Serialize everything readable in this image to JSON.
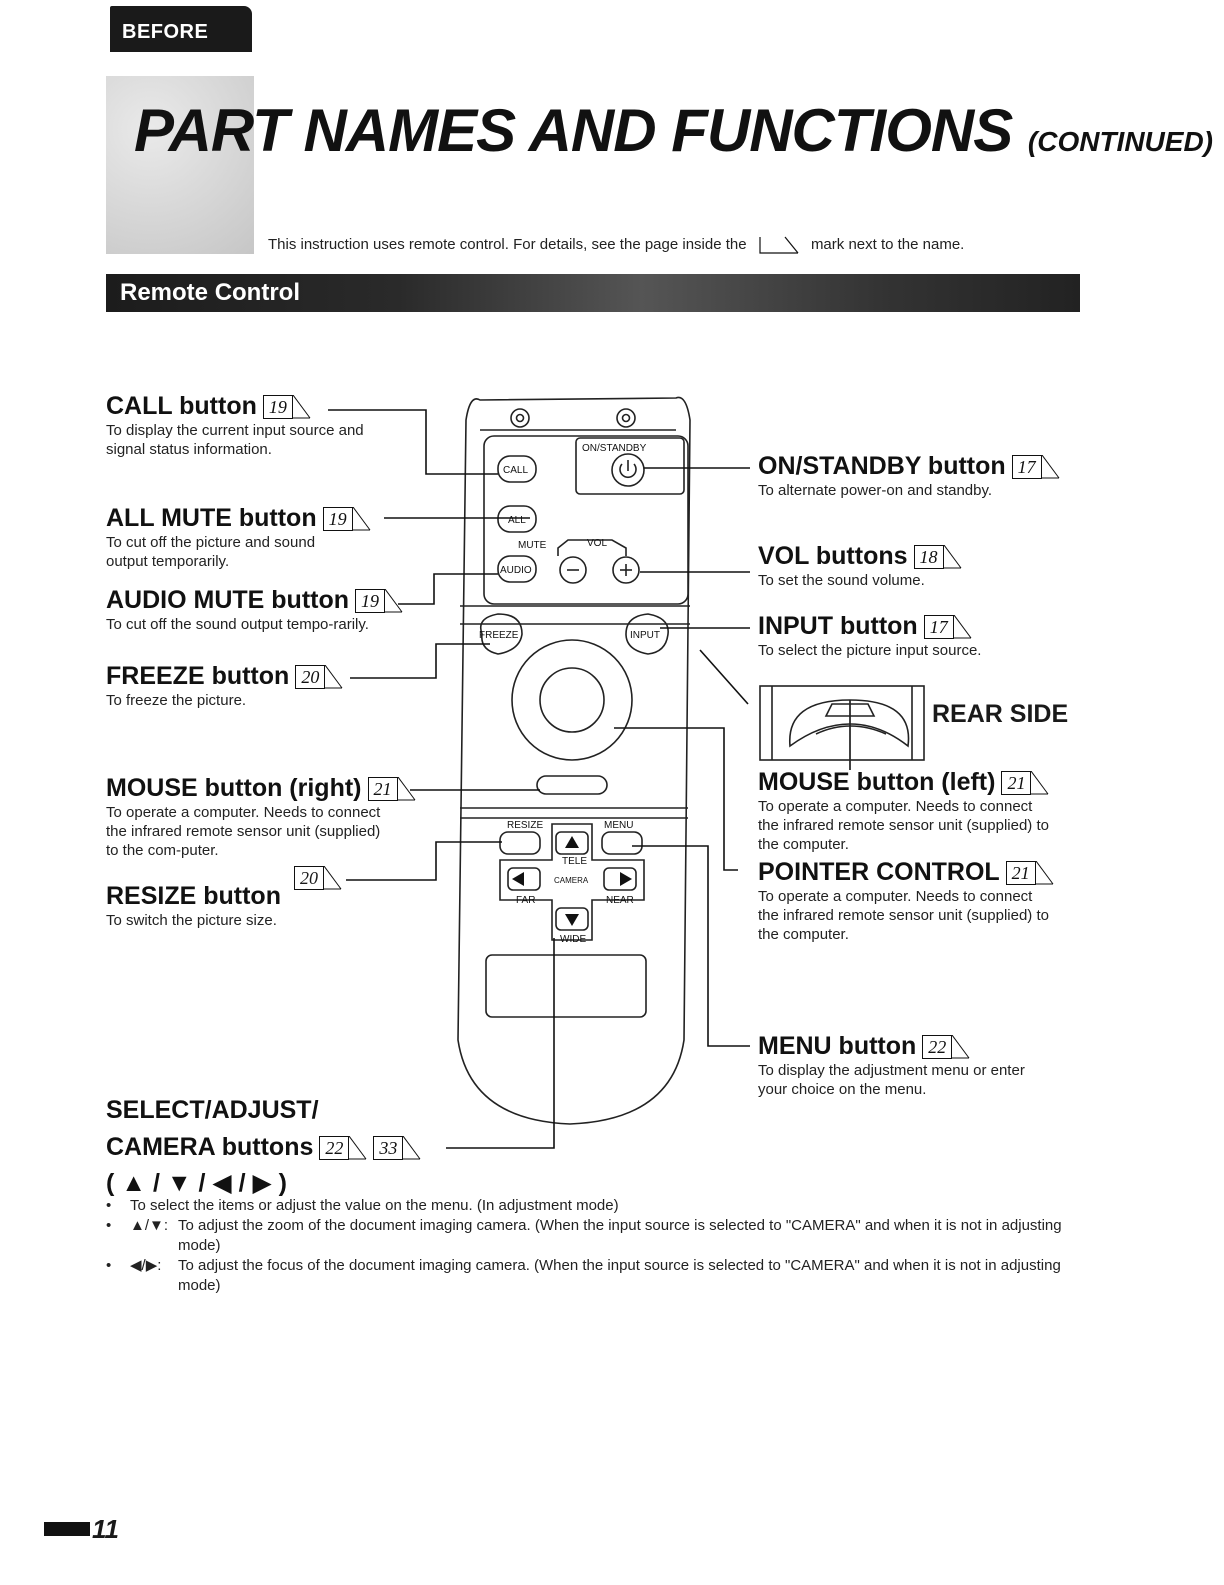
{
  "section_tab": "BEFORE USE",
  "title": {
    "main": "PART NAMES AND FUNCTIONS",
    "sub": "(CONTINUED)"
  },
  "intro": {
    "before": "This instruction uses remote control. For details, see the page inside the",
    "after": "mark next to the name."
  },
  "section_header": "Remote Control",
  "left_items": [
    {
      "name": "CALL button",
      "ref": "19",
      "desc": "To display the current input source and signal status information."
    },
    {
      "name": "ALL MUTE button",
      "ref": "19",
      "desc": "To cut off the picture and sound output temporarily."
    },
    {
      "name": "AUDIO MUTE button",
      "ref": "19",
      "desc": "To cut off the sound output tempo-rarily."
    },
    {
      "name": "FREEZE button",
      "ref": "20",
      "desc": "To freeze the picture."
    },
    {
      "name": "MOUSE button (right)",
      "ref": "21",
      "desc": "To operate a computer. Needs to connect the infrared remote sensor unit (supplied) to the com-puter."
    },
    {
      "name": "RESIZE button",
      "ref": "20",
      "desc": "To switch the picture size."
    }
  ],
  "right_items": [
    {
      "name": "ON/STANDBY button",
      "ref": "17",
      "desc": "To alternate power-on and standby."
    },
    {
      "name": "VOL buttons",
      "ref": "18",
      "desc": "To set the sound volume."
    },
    {
      "name": "INPUT button",
      "ref": "17",
      "desc": "To select the picture input source."
    },
    {
      "name": "MOUSE button (left)",
      "ref": "21",
      "desc": "To operate a computer. Needs to connect the infrared remote sensor unit (supplied) to the computer."
    },
    {
      "name": "POINTER CONTROL",
      "ref": "21",
      "desc": "To operate a computer. Needs to connect the infrared remote sensor unit (supplied) to the computer."
    },
    {
      "name": "MENU button",
      "ref": "22",
      "desc": "To display the adjustment menu or enter your choice on the menu."
    }
  ],
  "rear_side_label": "REAR SIDE",
  "select_adjust": {
    "line1": "SELECT/ADJUST/",
    "line2": "CAMERA buttons",
    "refs": [
      "22",
      "33"
    ],
    "line3": "( ▲ / ▼ / ◀ / ▶ )"
  },
  "remote_labels": {
    "call": "CALL",
    "on_standby": "ON/STANDBY",
    "all": "ALL",
    "mute": "MUTE",
    "vol": "VOL",
    "audio": "AUDIO",
    "freeze": "FREEZE",
    "input": "INPUT",
    "resize": "RESIZE",
    "menu": "MENU",
    "tele": "TELE",
    "camera": "CAMERA",
    "far": "FAR",
    "near": "NEAR",
    "wide": "WIDE"
  },
  "bullets": [
    {
      "sym": "",
      "text": "To select the items or adjust the value on the menu. (In adjustment mode)"
    },
    {
      "sym": "▲/▼:",
      "text": "To adjust the zoom of the document imaging camera. (When the input source is selected to \"CAMERA\" and when it is not in adjusting mode)"
    },
    {
      "sym": "◀/▶:",
      "text": "To adjust the focus of the document imaging camera. (When the input source is selected to \"CAMERA\" and when it is not in adjusting mode)"
    }
  ],
  "page_number": "11"
}
